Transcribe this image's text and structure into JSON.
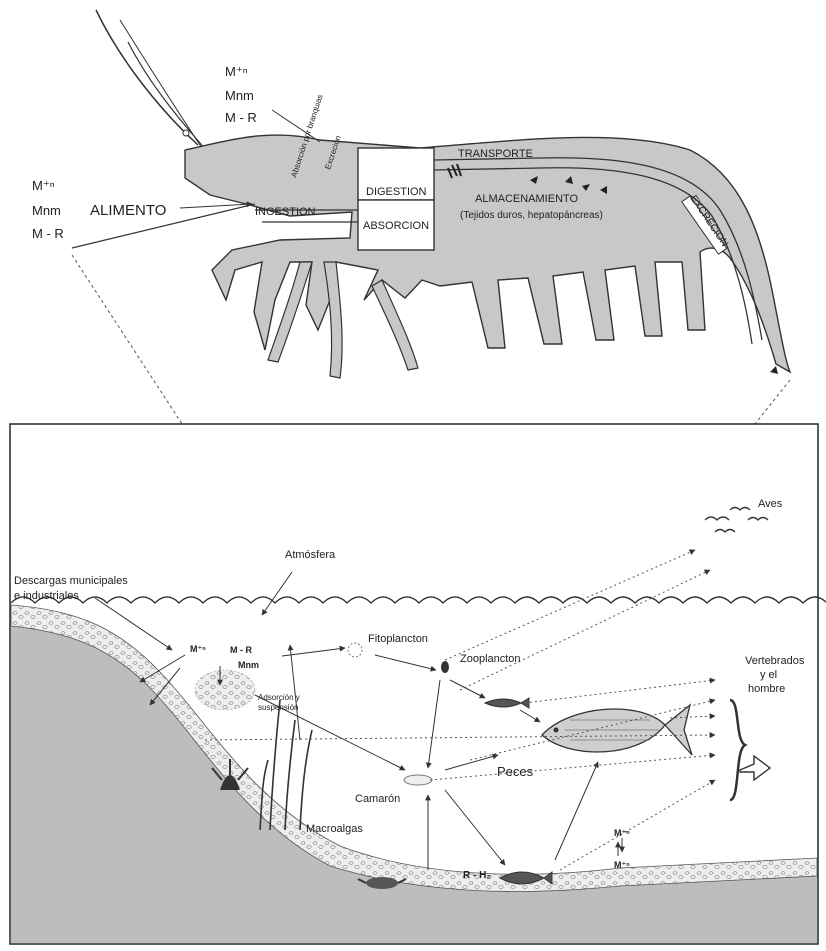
{
  "shrimp": {
    "top_labels": [
      "M⁺ⁿ",
      "Mnm",
      "M - R"
    ],
    "left_labels": [
      "M⁺ⁿ",
      "Mnm",
      "M - R"
    ],
    "food_label": "ALIMENTO",
    "ingestion": "INGESTION",
    "digestion": "DIGESTION",
    "absorption": "ABSORCION",
    "transport": "TRANSPORTE",
    "storage": "ALMACENAMIENTO",
    "storage_detail": "(Tejidos duros, hepatopáncreas)",
    "excretion": "EXCRECION",
    "gill_absorption": "Absorción por branquias",
    "gill_excretion": "Excreción"
  },
  "ecosystem": {
    "discharges_line1": "Descargas municipales",
    "discharges_line2": "e industriales",
    "atmosphere": "Atmósfera",
    "sediment_metal": "M⁺ⁿ",
    "sediment_mr": "M - R",
    "sediment_mnm": "Mnm",
    "adsorption_line1": "Adsorción y",
    "adsorption_line2": "suspensión",
    "phytoplankton": "Fitoplancton",
    "zooplankton": "Zooplancton",
    "birds": "Aves",
    "vertebrates_line1": "Vertebrados",
    "vertebrates_line2": "y el",
    "vertebrates_line3": "hombre",
    "fish": "Peces",
    "shrimp": "Camarón",
    "macroalgae": "Macroalgas",
    "rh2": "R - H₂",
    "bottom_metal_top": "M⁺ⁿ",
    "bottom_metal_bottom": "M⁺ⁿ"
  },
  "colors": {
    "shrimp_fill": "#c8c8c8",
    "water_fill": "#ffffff",
    "seabed_fill": "#bdbdbd",
    "sediment_fill": "#e9e9e9",
    "line": "#333333"
  }
}
